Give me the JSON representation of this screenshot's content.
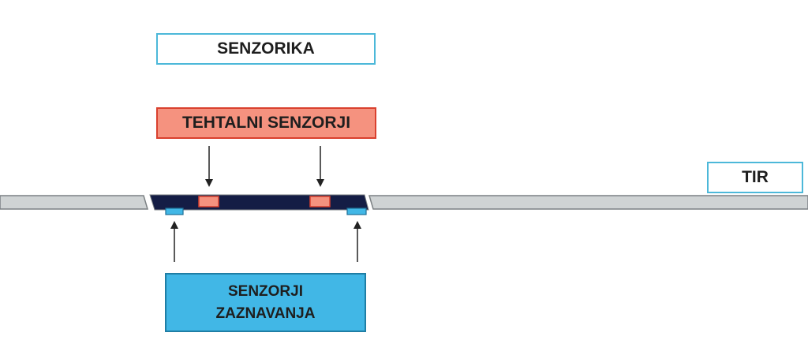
{
  "labels": {
    "senzorika": "SENZORIKA",
    "tehtalni_senzorji": "TEHTALNI SENZORJI",
    "tir": "TIR",
    "senzorji_zaznavanja_line1": "SENZORJI",
    "senzorji_zaznavanja_line2": "ZAZNAVANJA"
  },
  "colors": {
    "rail_fill": "#cfd3d4",
    "rail_stroke": "#7b8083",
    "platform": "#141d45",
    "weighing_sensor_fill": "#f5927f",
    "weighing_sensor_stroke": "#d9402e",
    "detection_sensor_fill": "#41b7e6",
    "detection_sensor_stroke": "#1f6f95",
    "arrow": "#222222"
  }
}
